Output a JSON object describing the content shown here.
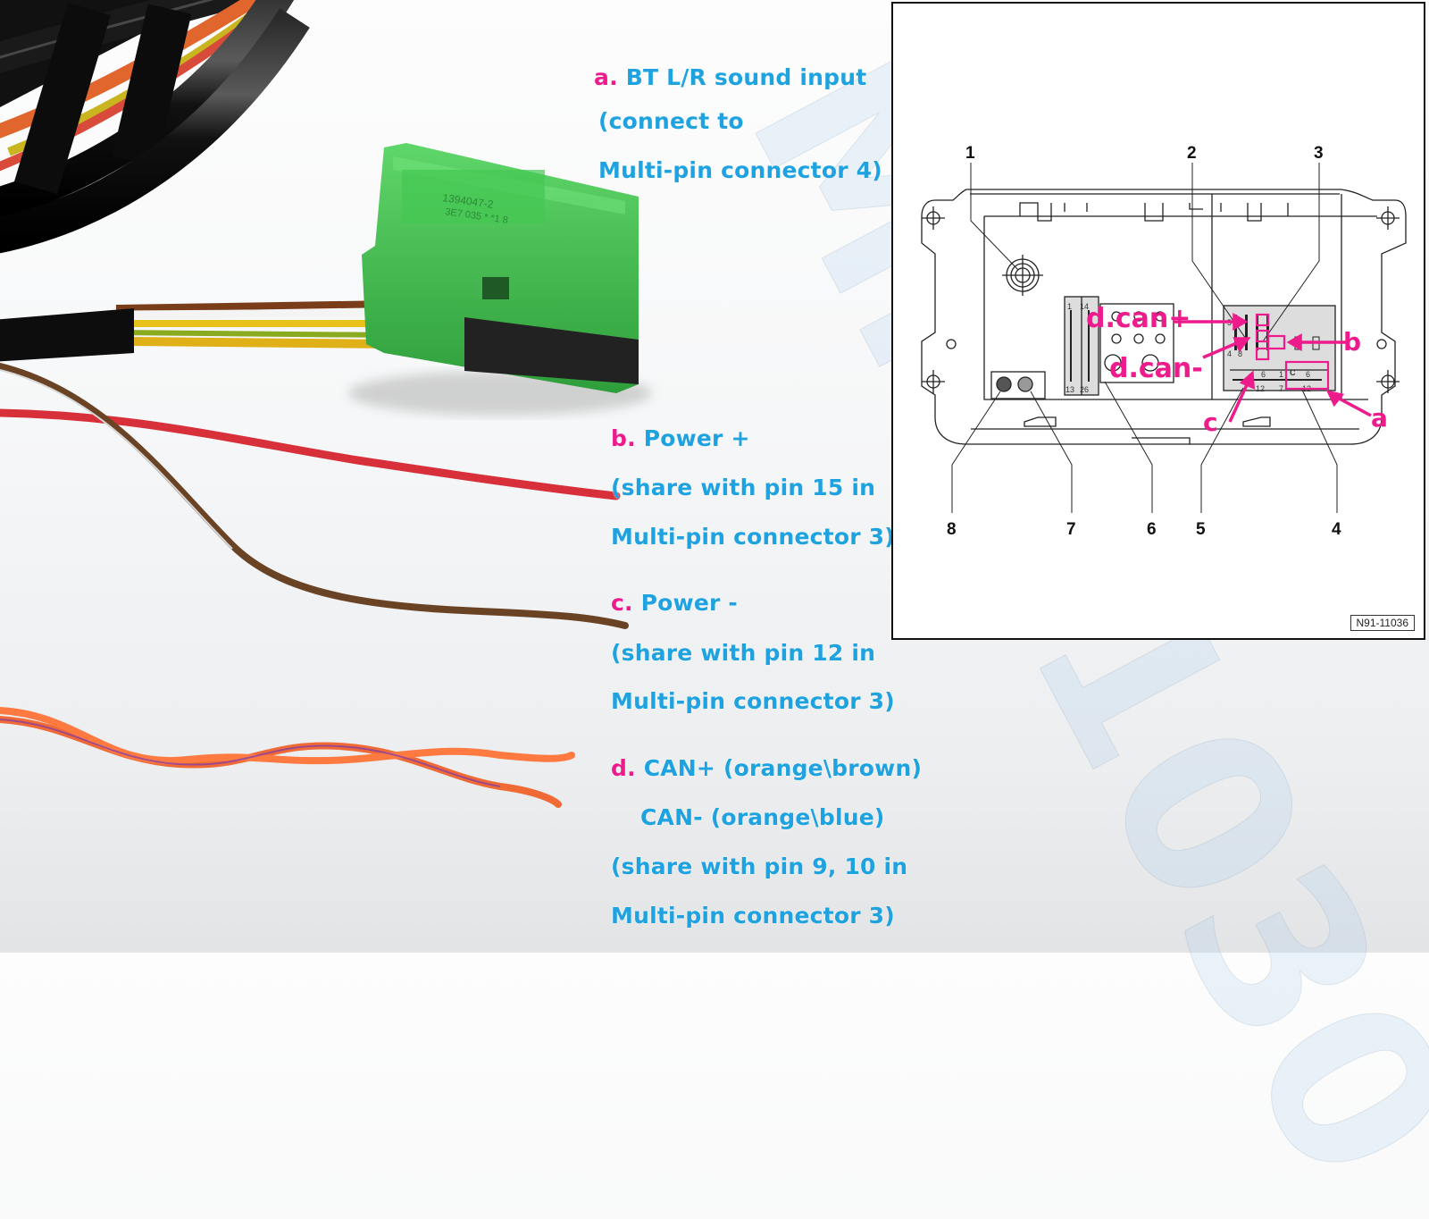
{
  "annotations": [
    {
      "key": "a.",
      "lines": [
        "BT L/R sound input",
        "(connect to",
        "Multi-pin connector 4)"
      ]
    },
    {
      "key": "b.",
      "lines": [
        "Power +",
        "(share with pin 15 in",
        "Multi-pin connector 3)"
      ]
    },
    {
      "key": "c.",
      "lines": [
        "Power -",
        "(share with pin 12 in",
        "Multi-pin connector 3)"
      ]
    },
    {
      "key": "d.",
      "lines": [
        "CAN+ (orange\\brown)",
        "CAN- (orange\\blue)",
        "(share with pin 9, 10 in",
        "Multi-pin connector 3)"
      ]
    }
  ],
  "connector_markings": [
    "1394047-2",
    "3E7 035 * *1 8"
  ],
  "diagram": {
    "callouts": [
      "1",
      "2",
      "3",
      "4",
      "5",
      "6",
      "7",
      "8"
    ],
    "markers": {
      "can_plus": "d.can+",
      "can_minus": "d.can-",
      "b": "b",
      "a": "a",
      "c": "c"
    },
    "pin_labels": {
      "p1": "1",
      "p14": "14",
      "p13": "13",
      "p26": "26",
      "c_label": "C",
      "c1": "1",
      "c6": "6",
      "c7": "7",
      "c12": "12",
      "l6": "6",
      "l12": "12",
      "r5": "5",
      "r4": "4",
      "r8": "8"
    },
    "figure_id": "N91-11036"
  },
  "watermark": "MILE1030",
  "colors": {
    "key": "#ee1b8c",
    "text": "#1fa3e0",
    "connector_green": "#3fbf4f"
  }
}
